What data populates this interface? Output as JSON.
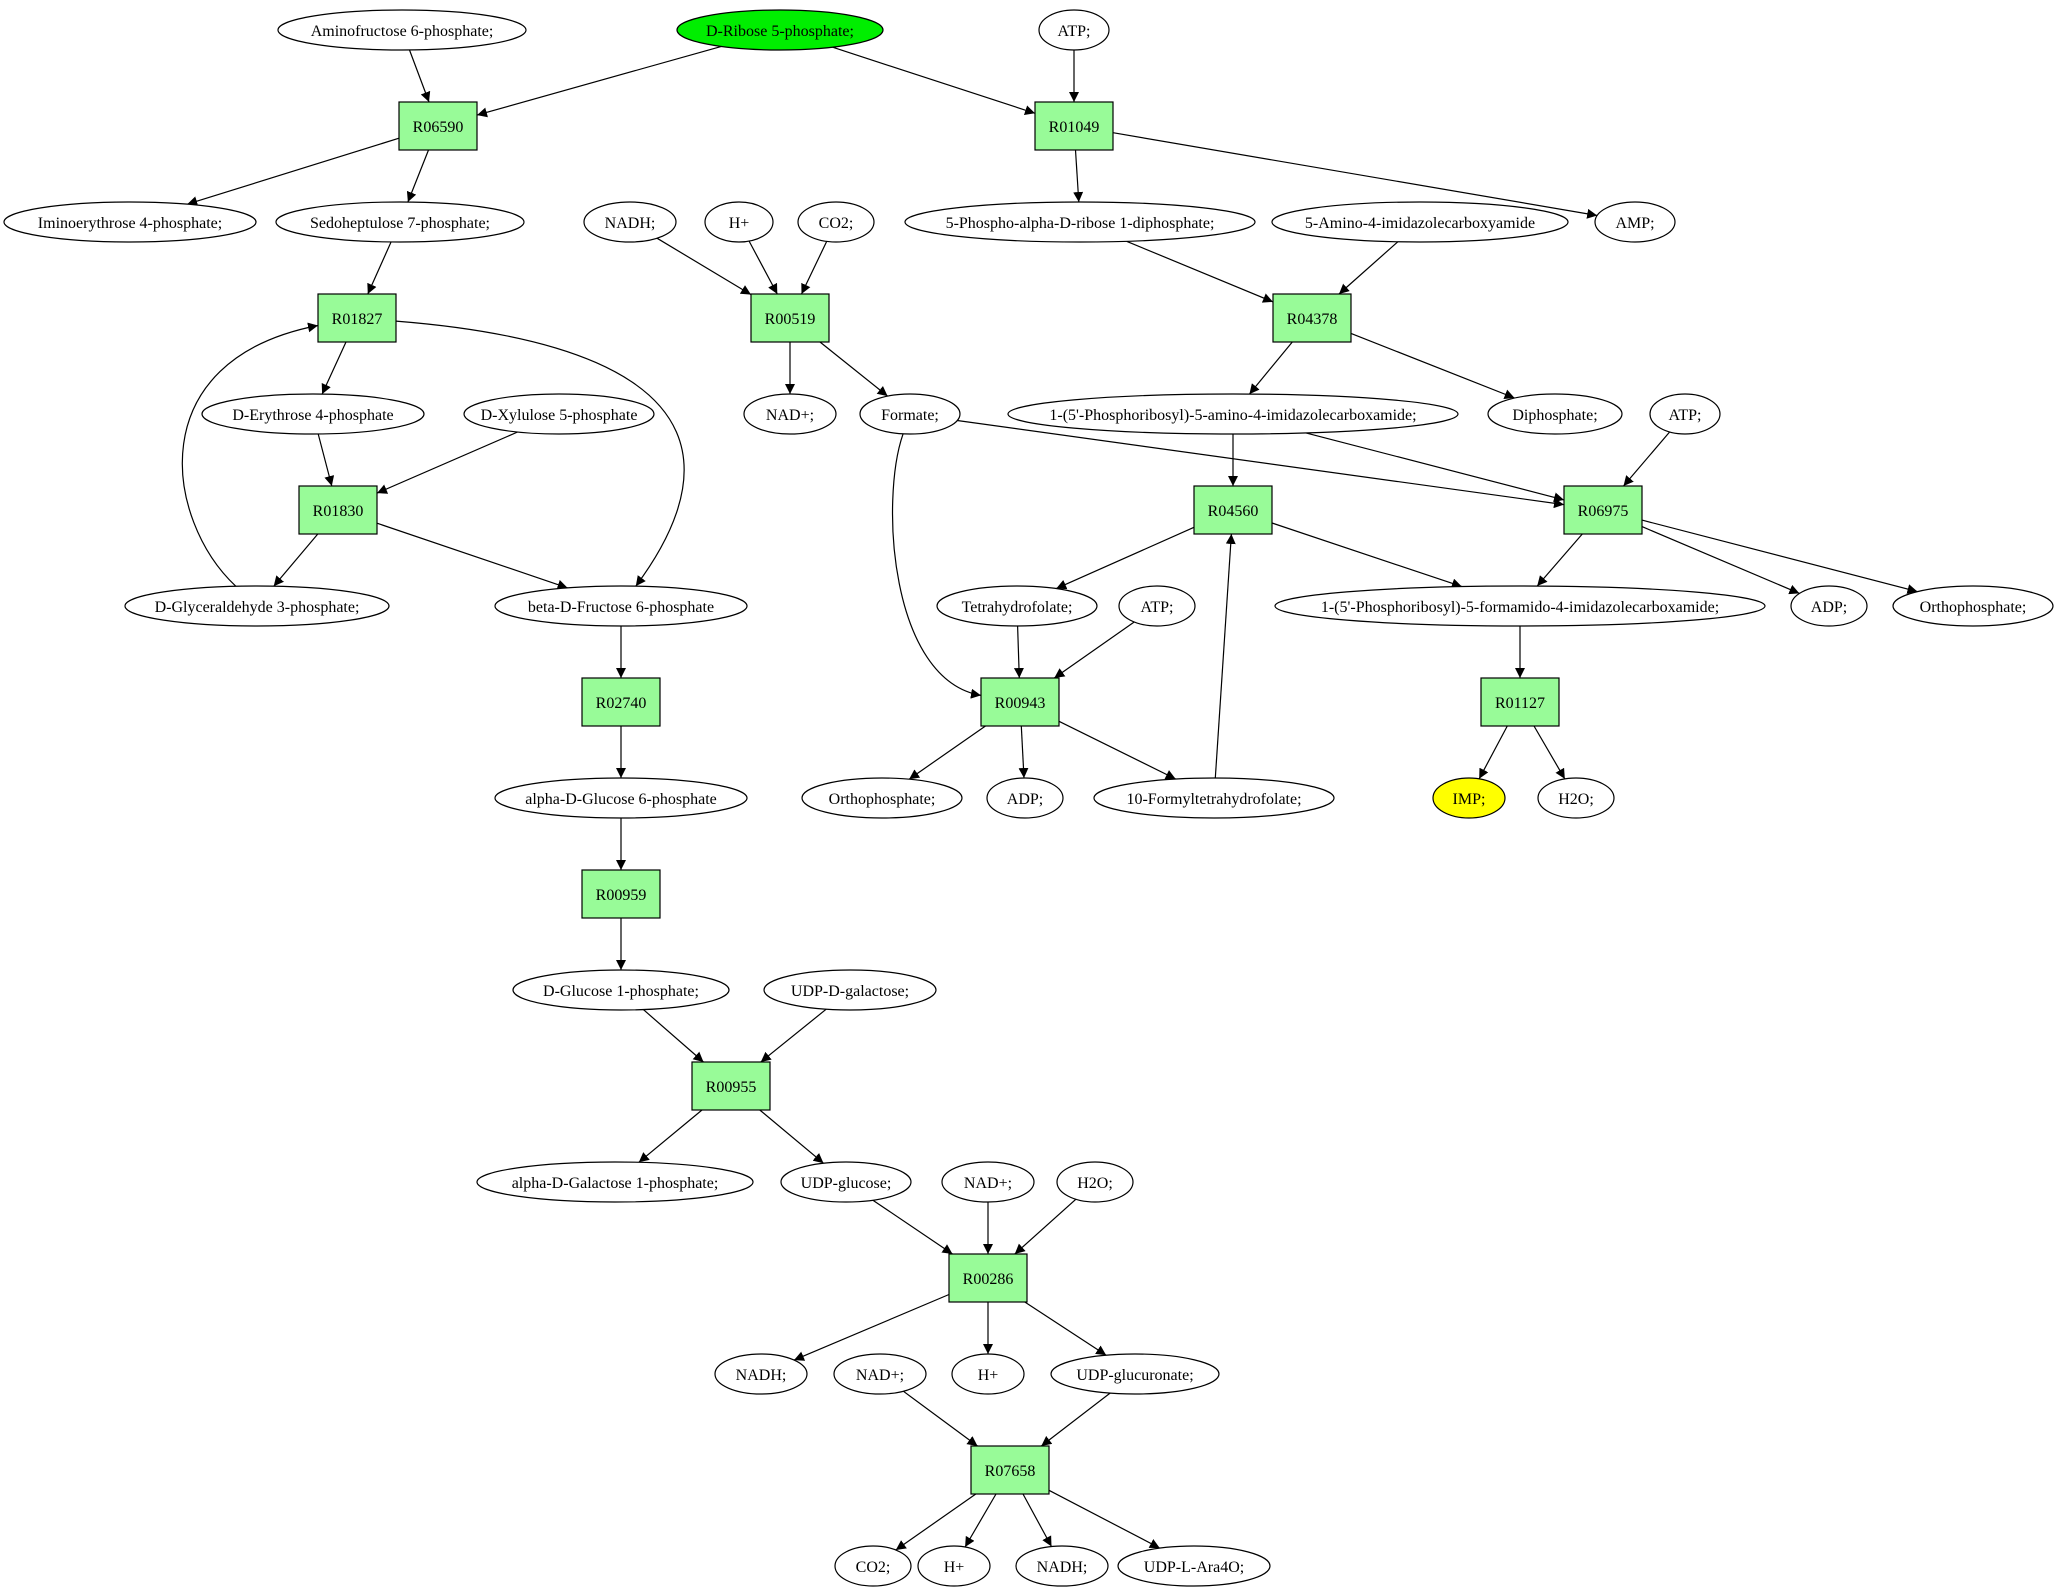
{
  "colors": {
    "reaction_fill": "#98fb98",
    "metabolite_fill": "#ffffff",
    "source_fill": "#00ee00",
    "target_fill": "#ffff00",
    "stroke": "#000000"
  },
  "reactions": [
    {
      "id": "R06590",
      "label": "R06590"
    },
    {
      "id": "R01049",
      "label": "R01049"
    },
    {
      "id": "R01827",
      "label": "R01827"
    },
    {
      "id": "R00519",
      "label": "R00519"
    },
    {
      "id": "R04378",
      "label": "R04378"
    },
    {
      "id": "R01830",
      "label": "R01830"
    },
    {
      "id": "R04560",
      "label": "R04560"
    },
    {
      "id": "R06975",
      "label": "R06975"
    },
    {
      "id": "R02740",
      "label": "R02740"
    },
    {
      "id": "R00943",
      "label": "R00943"
    },
    {
      "id": "R01127",
      "label": "R01127"
    },
    {
      "id": "R00959",
      "label": "R00959"
    },
    {
      "id": "R00955",
      "label": "R00955"
    },
    {
      "id": "R00286",
      "label": "R00286"
    },
    {
      "id": "R07658",
      "label": "R07658"
    }
  ],
  "metabolites": [
    {
      "id": "aminofructose6p",
      "label": "Aminofructose 6-phosphate;"
    },
    {
      "id": "dribose5p",
      "label": "D-Ribose 5-phosphate;",
      "role": "source"
    },
    {
      "id": "atp1",
      "label": "ATP;"
    },
    {
      "id": "iminoerythrose4p",
      "label": "Iminoerythrose 4-phosphate;"
    },
    {
      "id": "sedoheptulose7p",
      "label": "Sedoheptulose 7-phosphate;"
    },
    {
      "id": "nadh1",
      "label": "NADH;"
    },
    {
      "id": "hplus1",
      "label": "H+"
    },
    {
      "id": "co21",
      "label": "CO2;"
    },
    {
      "id": "prpp",
      "label": "5-Phospho-alpha-D-ribose 1-diphosphate;"
    },
    {
      "id": "aica",
      "label": "5-Amino-4-imidazolecarboxyamide"
    },
    {
      "id": "amp",
      "label": "AMP;"
    },
    {
      "id": "derythrose4p",
      "label": "D-Erythrose 4-phosphate"
    },
    {
      "id": "dxylulose5p",
      "label": "D-Xylulose 5-phosphate"
    },
    {
      "id": "nadplus1",
      "label": "NAD+;"
    },
    {
      "id": "formate",
      "label": "Formate;"
    },
    {
      "id": "aicar",
      "label": "1-(5'-Phosphoribosyl)-5-amino-4-imidazolecarboxamide;"
    },
    {
      "id": "diphosphate",
      "label": "Diphosphate;"
    },
    {
      "id": "atp2",
      "label": "ATP;"
    },
    {
      "id": "dglyceraldehyde3p",
      "label": "D-Glyceraldehyde 3-phosphate;"
    },
    {
      "id": "bdfructose6p",
      "label": "beta-D-Fructose 6-phosphate"
    },
    {
      "id": "thf",
      "label": "Tetrahydrofolate;"
    },
    {
      "id": "atp3",
      "label": "ATP;"
    },
    {
      "id": "faicar",
      "label": "1-(5'-Phosphoribosyl)-5-formamido-4-imidazolecarboxamide;"
    },
    {
      "id": "adp1",
      "label": "ADP;"
    },
    {
      "id": "orthophosphate1",
      "label": "Orthophosphate;"
    },
    {
      "id": "adglucose6p",
      "label": "alpha-D-Glucose 6-phosphate"
    },
    {
      "id": "orthophosphate2",
      "label": "Orthophosphate;"
    },
    {
      "id": "adp2",
      "label": "ADP;"
    },
    {
      "id": "formylthf",
      "label": "10-Formyltetrahydrofolate;"
    },
    {
      "id": "imp",
      "label": "IMP;",
      "role": "target"
    },
    {
      "id": "h2o1",
      "label": "H2O;"
    },
    {
      "id": "dglucose1p",
      "label": "D-Glucose 1-phosphate;"
    },
    {
      "id": "udpdgalactose",
      "label": "UDP-D-galactose;"
    },
    {
      "id": "adgalactose1p",
      "label": "alpha-D-Galactose 1-phosphate;"
    },
    {
      "id": "udpglucose",
      "label": "UDP-glucose;"
    },
    {
      "id": "nadplus2",
      "label": "NAD+;"
    },
    {
      "id": "h2o2",
      "label": "H2O;"
    },
    {
      "id": "nadh2",
      "label": "NADH;"
    },
    {
      "id": "nadplus3",
      "label": "NAD+;"
    },
    {
      "id": "hplus2",
      "label": "H+"
    },
    {
      "id": "udpglucuronate",
      "label": "UDP-glucuronate;"
    },
    {
      "id": "co22",
      "label": "CO2;"
    },
    {
      "id": "hplus3",
      "label": "H+"
    },
    {
      "id": "nadh3",
      "label": "NADH;"
    },
    {
      "id": "udplara4o",
      "label": "UDP-L-Ara4O;"
    }
  ],
  "edges": [
    {
      "from": "aminofructose6p",
      "to": "R06590"
    },
    {
      "from": "dribose5p",
      "to": "R06590"
    },
    {
      "from": "dribose5p",
      "to": "R01049"
    },
    {
      "from": "atp1",
      "to": "R01049"
    },
    {
      "from": "R06590",
      "to": "iminoerythrose4p"
    },
    {
      "from": "R06590",
      "to": "sedoheptulose7p"
    },
    {
      "from": "R01049",
      "to": "prpp"
    },
    {
      "from": "R01049",
      "to": "amp"
    },
    {
      "from": "sedoheptulose7p",
      "to": "R01827"
    },
    {
      "from": "R01827",
      "to": "derythrose4p"
    },
    {
      "from": "R01827",
      "to": "bdfructose6p"
    },
    {
      "from": "dglyceraldehyde3p",
      "to": "R01827"
    },
    {
      "from": "nadh1",
      "to": "R00519"
    },
    {
      "from": "hplus1",
      "to": "R00519"
    },
    {
      "from": "co21",
      "to": "R00519"
    },
    {
      "from": "R00519",
      "to": "nadplus1"
    },
    {
      "from": "R00519",
      "to": "formate"
    },
    {
      "from": "prpp",
      "to": "R04378"
    },
    {
      "from": "aica",
      "to": "R04378"
    },
    {
      "from": "R04378",
      "to": "aicar"
    },
    {
      "from": "R04378",
      "to": "diphosphate"
    },
    {
      "from": "derythrose4p",
      "to": "R01830"
    },
    {
      "from": "dxylulose5p",
      "to": "R01830"
    },
    {
      "from": "R01830",
      "to": "dglyceraldehyde3p"
    },
    {
      "from": "R01830",
      "to": "bdfructose6p"
    },
    {
      "from": "aicar",
      "to": "R04560"
    },
    {
      "from": "formylthf",
      "to": "R04560"
    },
    {
      "from": "R04560",
      "to": "thf"
    },
    {
      "from": "R04560",
      "to": "faicar"
    },
    {
      "from": "formate",
      "to": "R06975"
    },
    {
      "from": "aicar",
      "to": "R06975"
    },
    {
      "from": "atp2",
      "to": "R06975"
    },
    {
      "from": "R06975",
      "to": "faicar"
    },
    {
      "from": "R06975",
      "to": "adp1"
    },
    {
      "from": "R06975",
      "to": "orthophosphate1"
    },
    {
      "from": "bdfructose6p",
      "to": "R02740"
    },
    {
      "from": "R02740",
      "to": "adglucose6p"
    },
    {
      "from": "formate",
      "to": "R00943"
    },
    {
      "from": "thf",
      "to": "R00943"
    },
    {
      "from": "atp3",
      "to": "R00943"
    },
    {
      "from": "R00943",
      "to": "orthophosphate2"
    },
    {
      "from": "R00943",
      "to": "adp2"
    },
    {
      "from": "R00943",
      "to": "formylthf"
    },
    {
      "from": "faicar",
      "to": "R01127"
    },
    {
      "from": "R01127",
      "to": "imp"
    },
    {
      "from": "R01127",
      "to": "h2o1"
    },
    {
      "from": "adglucose6p",
      "to": "R00959"
    },
    {
      "from": "R00959",
      "to": "dglucose1p"
    },
    {
      "from": "dglucose1p",
      "to": "R00955"
    },
    {
      "from": "udpdgalactose",
      "to": "R00955"
    },
    {
      "from": "R00955",
      "to": "adgalactose1p"
    },
    {
      "from": "R00955",
      "to": "udpglucose"
    },
    {
      "from": "udpglucose",
      "to": "R00286"
    },
    {
      "from": "nadplus2",
      "to": "R00286"
    },
    {
      "from": "h2o2",
      "to": "R00286"
    },
    {
      "from": "R00286",
      "to": "nadh2"
    },
    {
      "from": "R00286",
      "to": "hplus2"
    },
    {
      "from": "R00286",
      "to": "udpglucuronate"
    },
    {
      "from": "nadplus3",
      "to": "R07658"
    },
    {
      "from": "udpglucuronate",
      "to": "R07658"
    },
    {
      "from": "R07658",
      "to": "co22"
    },
    {
      "from": "R07658",
      "to": "hplus3"
    },
    {
      "from": "R07658",
      "to": "nadh3"
    },
    {
      "from": "R07658",
      "to": "udplara4o"
    }
  ]
}
